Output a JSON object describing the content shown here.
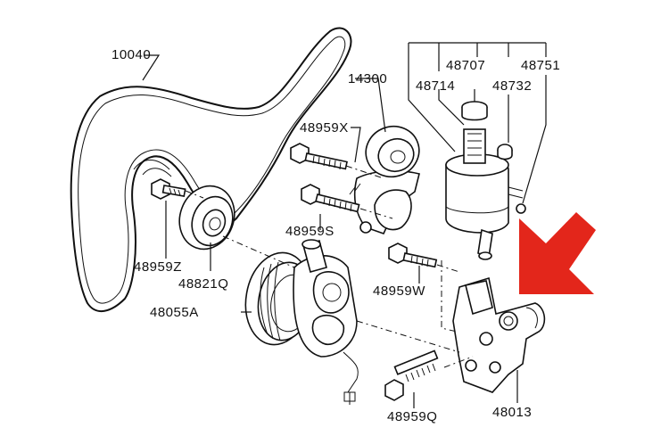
{
  "parts": [
    {
      "key": "belt",
      "number": "10040"
    },
    {
      "key": "tensioner",
      "number": "14300"
    },
    {
      "key": "reservoir",
      "number": "48707"
    },
    {
      "key": "reservoir-cap",
      "number": "48714"
    },
    {
      "key": "reservoir-bracket",
      "number": "48751"
    },
    {
      "key": "reservoir-bolt",
      "number": "48732"
    },
    {
      "key": "tensioner-bolt-x",
      "number": "48959X"
    },
    {
      "key": "tensioner-bolt-s",
      "number": "48959S"
    },
    {
      "key": "idler-bolt",
      "number": "48959Z"
    },
    {
      "key": "idler-pulley",
      "number": "48821Q"
    },
    {
      "key": "pump",
      "number": "48055A"
    },
    {
      "key": "bracket-bolt-w",
      "number": "48959W"
    },
    {
      "key": "pump-bolt-q",
      "number": "48959Q"
    },
    {
      "key": "pump-bracket",
      "number": "48013"
    }
  ],
  "colors": {
    "arrow": "#e3261b",
    "line": "#111111"
  },
  "icons": {
    "arrow": "pointer-arrow-icon"
  }
}
